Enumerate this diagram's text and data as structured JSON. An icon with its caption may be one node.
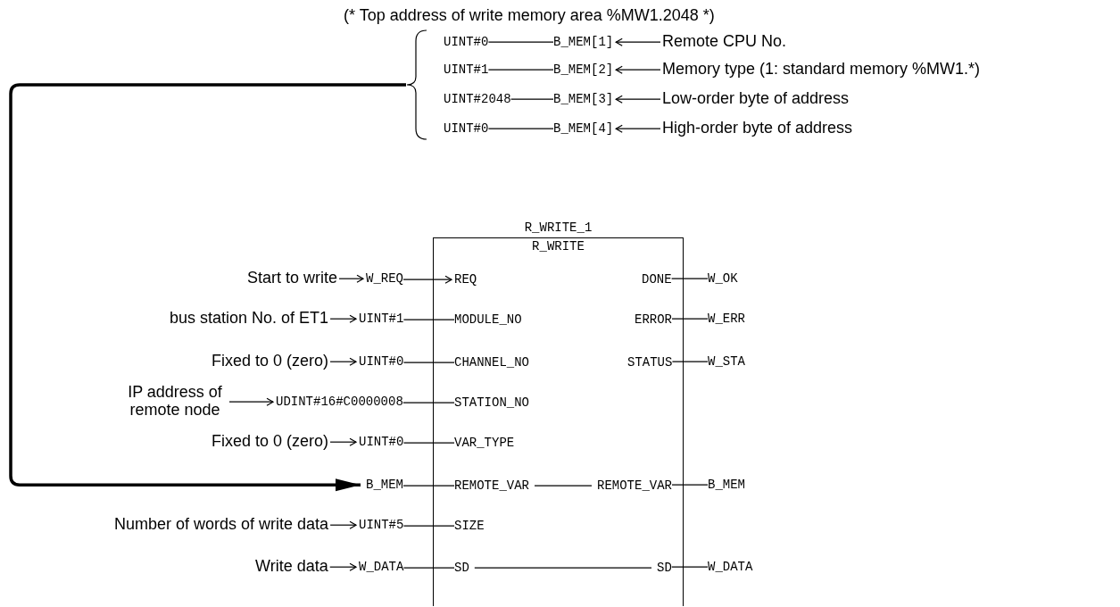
{
  "diagram": {
    "nodes": [
      {
        "text": [
          "UINT#0"
        ]
      },
      {
        "text": [
          "B_MEM[1]"
        ]
      },
      {
        "text": [
          "Remote CPU No."
        ]
      },
      {
        "text": [
          "UINT#1"
        ]
      },
      {
        "text": [
          "B_MEM[2]"
        ]
      },
      {
        "text": [
          "Memory type (1: standard memory %MW1.*)"
        ]
      },
      {
        "text": [
          "UINT#2048"
        ]
      },
      {
        "text": [
          "B_MEM[3]"
        ]
      },
      {
        "text": [
          "Low-order byte of address"
        ]
      },
      {
        "text": [
          "UINT#0"
        ]
      },
      {
        "text": [
          "B_MEM[4]"
        ]
      },
      {
        "text": [
          "High-order byte of address"
        ]
      },
      {
        "text": [
          "R_WRITE_1",
          "R_WRITE"
        ]
      },
      {
        "text": [
          "REQ"
        ],
        "in": 12
      },
      {
        "text": [
          "DONE"
        ],
        "in": 12
      },
      {
        "text": [
          "MODULE_NO"
        ],
        "in": 12
      },
      {
        "text": [
          "ERROR"
        ],
        "in": 12
      },
      {
        "text": [
          "CHANNEL_NO"
        ],
        "in": 12
      },
      {
        "text": [
          "STATUS"
        ],
        "in": 12
      },
      {
        "text": [
          "STATION_NO"
        ],
        "in": 12
      },
      {
        "text": [
          "VAR_TYPE"
        ],
        "in": 12
      },
      {
        "text": [
          "REMOTE_VAR"
        ],
        "in": 12
      },
      {
        "text": [
          "REMOTE_VAR"
        ],
        "in": 12
      },
      {
        "text": [
          "SIZE"
        ],
        "in": 12
      },
      {
        "text": [
          "SD"
        ],
        "in": 12
      },
      {
        "text": [
          "SD"
        ],
        "in": 12
      },
      {
        "text": [
          "Start to write"
        ]
      },
      {
        "text": [
          "W_REQ"
        ]
      },
      {
        "text": [
          "bus station No. of ET1"
        ]
      },
      {
        "text": [
          "UINT#1"
        ]
      },
      {
        "text": [
          "Fixed to 0 (zero)"
        ]
      },
      {
        "text": [
          "UINT#0"
        ]
      },
      {
        "text": [
          "IP address of remote node"
        ]
      },
      {
        "text": [
          "UDINT#16#C0000008"
        ]
      },
      {
        "text": [
          "Fixed to 0 (zero)"
        ]
      },
      {
        "text": [
          "UINT#0"
        ]
      },
      {
        "text": [
          "B_MEM"
        ]
      },
      {
        "text": [
          "Number of words of write data"
        ]
      },
      {
        "text": [
          "UINT#5"
        ]
      },
      {
        "text": [
          "Write data"
        ]
      },
      {
        "text": [
          "W_DATA"
        ]
      },
      {
        "text": [
          "W_OK"
        ]
      },
      {
        "text": [
          "W_ERR"
        ]
      },
      {
        "text": [
          "W_STA"
        ]
      },
      {
        "text": [
          "B_MEM"
        ]
      },
      {
        "text": [
          "W_DATA"
        ]
      },
      {
        "text": [],
        "shape": "bracket"
      }
    ],
    "edges": [
      {
        "from": 0,
        "to": 1,
        "arrow": "none"
      },
      {
        "from": 3,
        "to": 4,
        "arrow": "none"
      },
      {
        "from": 6,
        "to": 7,
        "arrow": "none"
      },
      {
        "from": 9,
        "to": 10,
        "arrow": "none"
      },
      {
        "from": 2,
        "to": 1,
        "arrow": "to"
      },
      {
        "from": 5,
        "to": 4,
        "arrow": "to"
      },
      {
        "from": 8,
        "to": 7,
        "arrow": "to"
      },
      {
        "from": 11,
        "to": 10,
        "arrow": "to"
      },
      {
        "from": 26,
        "to": 27,
        "arrow": "to"
      },
      {
        "from": 27,
        "to": 13,
        "arrow": "to"
      },
      {
        "from": 28,
        "to": 29,
        "arrow": "to"
      },
      {
        "from": 29,
        "to": 15,
        "arrow": "none"
      },
      {
        "from": 30,
        "to": 31,
        "arrow": "to"
      },
      {
        "from": 31,
        "to": 17,
        "arrow": "none"
      },
      {
        "from": 32,
        "to": 33,
        "arrow": "to"
      },
      {
        "from": 33,
        "to": 19,
        "arrow": "none"
      },
      {
        "from": 34,
        "to": 35,
        "arrow": "to"
      },
      {
        "from": 35,
        "to": 20,
        "arrow": "none"
      },
      {
        "from": 46,
        "to": 36,
        "arrow": "to",
        "style": "thick"
      },
      {
        "from": 36,
        "to": 21,
        "arrow": "none"
      },
      {
        "from": 37,
        "to": 38,
        "arrow": "to"
      },
      {
        "from": 38,
        "to": 23,
        "arrow": "none"
      },
      {
        "from": 39,
        "to": 40,
        "arrow": "to"
      },
      {
        "from": 40,
        "to": 24,
        "arrow": "none"
      },
      {
        "from": 14,
        "to": 41,
        "arrow": "none"
      },
      {
        "from": 16,
        "to": 42,
        "arrow": "none"
      },
      {
        "from": 18,
        "to": 43,
        "arrow": "none"
      },
      {
        "from": 22,
        "to": 44,
        "arrow": "none"
      },
      {
        "from": 25,
        "to": 45,
        "arrow": "none"
      },
      {
        "from": 21,
        "to": 22,
        "arrow": "none"
      },
      {
        "from": 24,
        "to": 25,
        "arrow": "none"
      }
    ],
    "labels": [
      "(* Top address of write memory area %MW1.2048 *)"
    ]
  }
}
